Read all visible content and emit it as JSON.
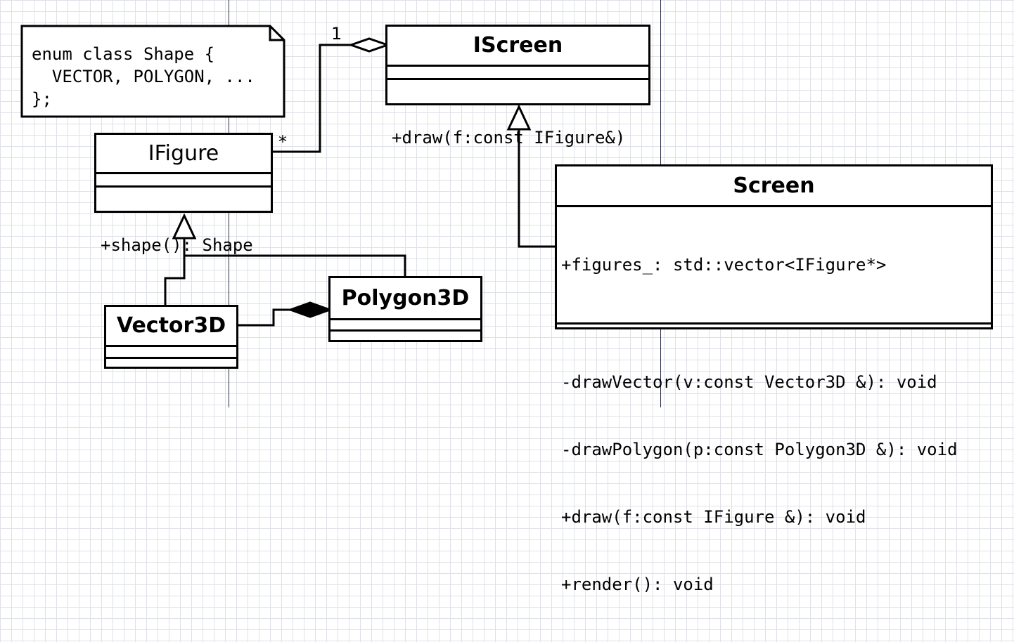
{
  "note": {
    "lines": [
      "enum class Shape {",
      "  VECTOR, POLYGON, ...",
      "};"
    ]
  },
  "classes": {
    "iscreen": {
      "name": "IScreen",
      "methods": [
        "+draw(f:const IFigure&)"
      ]
    },
    "ifigure": {
      "name": "IFigure",
      "methods": [
        "+shape(): Shape"
      ]
    },
    "vector3d": {
      "name": "Vector3D"
    },
    "polygon3d": {
      "name": "Polygon3D"
    },
    "screen": {
      "name": "Screen",
      "attributes": [
        "+figures_: std::vector<IFigure*>"
      ],
      "methods": [
        "-drawVector(v:const Vector3D &): void",
        "-drawPolygon(p:const Polygon3D &): void",
        "+draw(f:const IFigure &): void",
        "+render(): void"
      ]
    }
  },
  "multiplicities": {
    "iscreen_end": "1",
    "ifigure_end": "*"
  }
}
